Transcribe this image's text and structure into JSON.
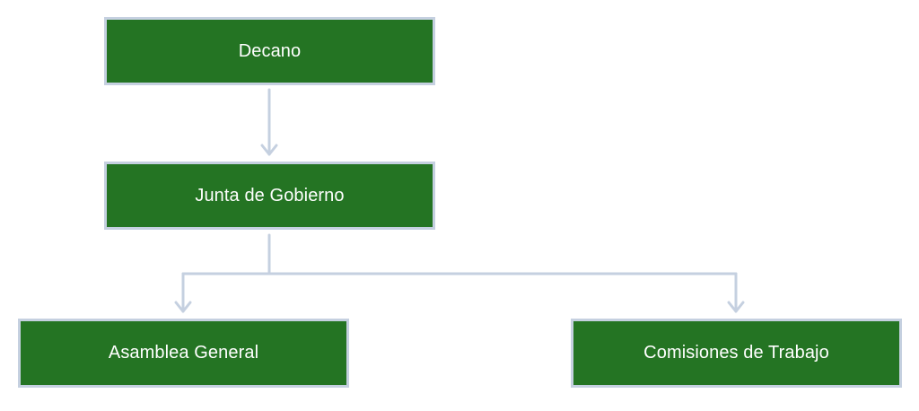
{
  "nodes": {
    "decano": "Decano",
    "junta": "Junta de Gobierno",
    "asamblea": "Asamblea General",
    "comisiones": "Comisiones de Trabajo"
  },
  "colors": {
    "node_fill": "#247423",
    "node_border": "#c5d0e0",
    "node_text": "#ffffff",
    "connector": "#c5d0e0"
  }
}
